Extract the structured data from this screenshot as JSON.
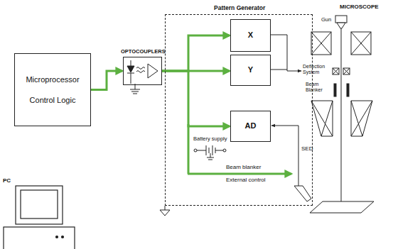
{
  "diagram": {
    "nodes": [
      {
        "text": [
          "Microprocessor Control Logic"
        ]
      },
      {
        "text": [
          "OPTOCOUPLERS"
        ]
      },
      {
        "text": [
          "Pattern Generator"
        ]
      },
      {
        "text": [
          "X"
        ],
        "in": 2
      },
      {
        "text": [
          "Y"
        ],
        "in": 2
      },
      {
        "text": [
          "AD"
        ],
        "in": 2
      }
    ],
    "edges": [
      {
        "from": 0,
        "to": 1,
        "arrow": "to"
      },
      {
        "from": 1,
        "to": 3,
        "arrow": "to"
      },
      {
        "from": 1,
        "to": 4,
        "arrow": "to"
      },
      {
        "from": 1,
        "to": 5,
        "arrow": "to"
      }
    ],
    "labels": [
      "PC",
      "Battery supply",
      "Beam blanker",
      "External control",
      "MICROSCOPE",
      "Gun",
      "Deflection System",
      "Beam Blanker",
      "SED"
    ]
  }
}
